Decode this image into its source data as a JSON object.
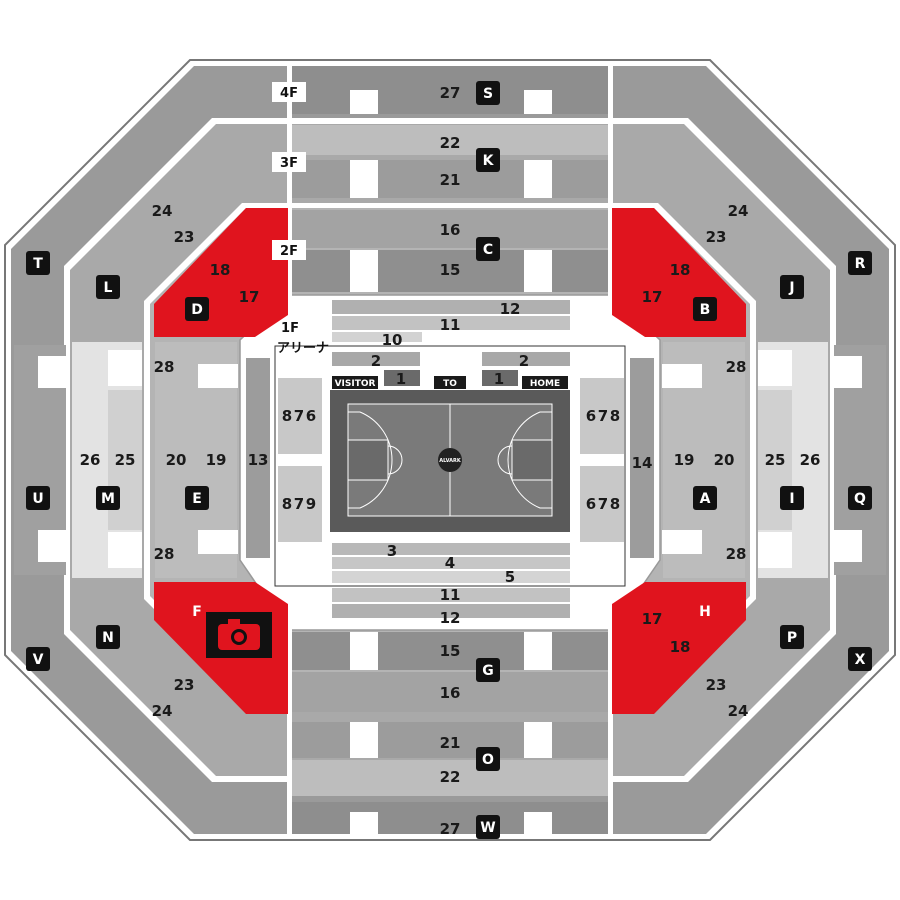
{
  "map": {
    "floors": {
      "f4": "4F",
      "f3": "3F",
      "f2": "2F",
      "f1": "1F",
      "arena": "アリーナ"
    },
    "court": {
      "visitor": "VISITOR",
      "to": "TO",
      "home": "HOME",
      "logo": "ALVARK"
    },
    "blocks": {
      "S": "S",
      "K": "K",
      "C": "C",
      "G": "G",
      "O": "O",
      "W": "W",
      "T": "T",
      "U": "U",
      "V": "V",
      "R": "R",
      "Q": "Q",
      "X": "X",
      "L": "L",
      "M": "M",
      "N": "N",
      "J": "J",
      "I": "I",
      "P": "P",
      "D": "D",
      "E": "E",
      "F": "F",
      "B": "B",
      "A": "A",
      "H": "H"
    },
    "rows": {
      "top27": "27",
      "top22": "22",
      "top21": "21",
      "top16": "16",
      "top15": "15",
      "top12": "12",
      "top11": "11",
      "top10": "10",
      "top2l": "2",
      "top2r": "2",
      "top1l": "1",
      "top1r": "1",
      "bot3": "3",
      "bot4": "4",
      "bot5": "5",
      "bot11": "11",
      "bot12": "12",
      "bot15": "15",
      "bot16": "16",
      "bot21": "21",
      "bot22": "22",
      "bot27": "27",
      "nw24": "24",
      "nw23": "23",
      "ne24": "24",
      "ne23": "23",
      "sw23": "23",
      "sw24": "24",
      "se23": "23",
      "se24": "24",
      "d18": "18",
      "d17": "17",
      "b18": "18",
      "b17": "17",
      "h17": "17",
      "h18": "18",
      "w28t": "28",
      "w28b": "28",
      "e28t": "28",
      "e28b": "28",
      "w26": "26",
      "w25": "25",
      "w20": "20",
      "w19": "19",
      "w13": "13",
      "e14": "14",
      "e19": "19",
      "e20": "20",
      "e25": "25",
      "e26": "26",
      "wl8a": "8",
      "wl7a": "7",
      "wl6a": "6",
      "wl8b": "8",
      "wl7b": "7",
      "wl9b": "9",
      "er6a": "6",
      "er7a": "7",
      "er8a": "8",
      "er6b": "6",
      "er7b": "7",
      "er8b": "8"
    }
  }
}
